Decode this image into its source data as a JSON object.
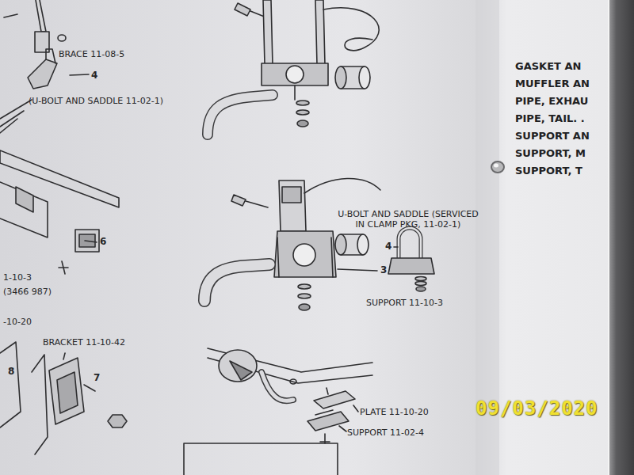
{
  "diagram": {
    "labels": [
      "BRACE 11-08-5",
      "4",
      "(U-BOLT AND SADDLE 11-02-1)",
      "U-BOLT AND SADDLE (SERVICED IN CLAMP PKG, 11-02-1)",
      "4",
      "6",
      "1-10-3",
      "3",
      "(3466 987)",
      "SUPPORT 11-10-3",
      "-10-20",
      "BRACKET 11-10-42",
      "8",
      "7",
      "PLATE 11-10-20",
      "SUPPORT 11-02-4",
      "GASKET AN",
      "MUFFLER AN",
      "PIPE, EXHAU",
      "PIPE, TAIL. .",
      "SUPPORT AN",
      "SUPPORT, M",
      "SUPPORT, T",
      "09/03/2020"
    ]
  }
}
